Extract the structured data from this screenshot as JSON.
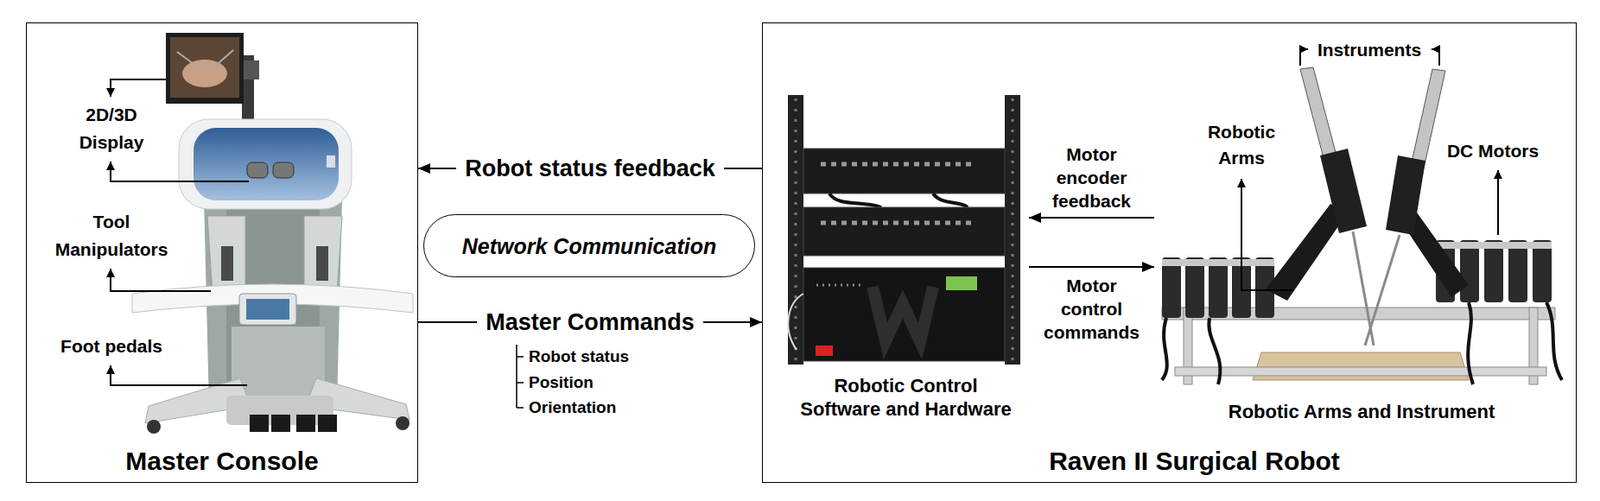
{
  "diagram": {
    "nodes": [
      {
        "text": [
          "Master Console"
        ]
      },
      {
        "text": [
          "Network Communication"
        ]
      },
      {
        "text": [
          "Raven II Surgical Robot"
        ]
      },
      {
        "text": [
          "Robotic Control Software and Hardware"
        ],
        "in": 2
      },
      {
        "text": [
          "Robotic Arms and Instrument"
        ],
        "in": 2
      }
    ],
    "edges": [
      {
        "from": 2,
        "to": 0,
        "arrow": "to",
        "label": "Robot status feedback"
      },
      {
        "from": 0,
        "to": 2,
        "arrow": "to",
        "label": "Master Commands"
      },
      {
        "from": 4,
        "to": 3,
        "arrow": "to",
        "label": "Motor encoder feedback"
      },
      {
        "from": 3,
        "to": 4,
        "arrow": "to",
        "label": "Motor control commands"
      }
    ],
    "labels": [
      "2D/3D Display",
      "Tool Manipulators",
      "Foot pedals",
      "Robot status",
      "Position",
      "Orientation",
      "Instruments",
      "Robotic Arms",
      "DC Motors"
    ]
  }
}
